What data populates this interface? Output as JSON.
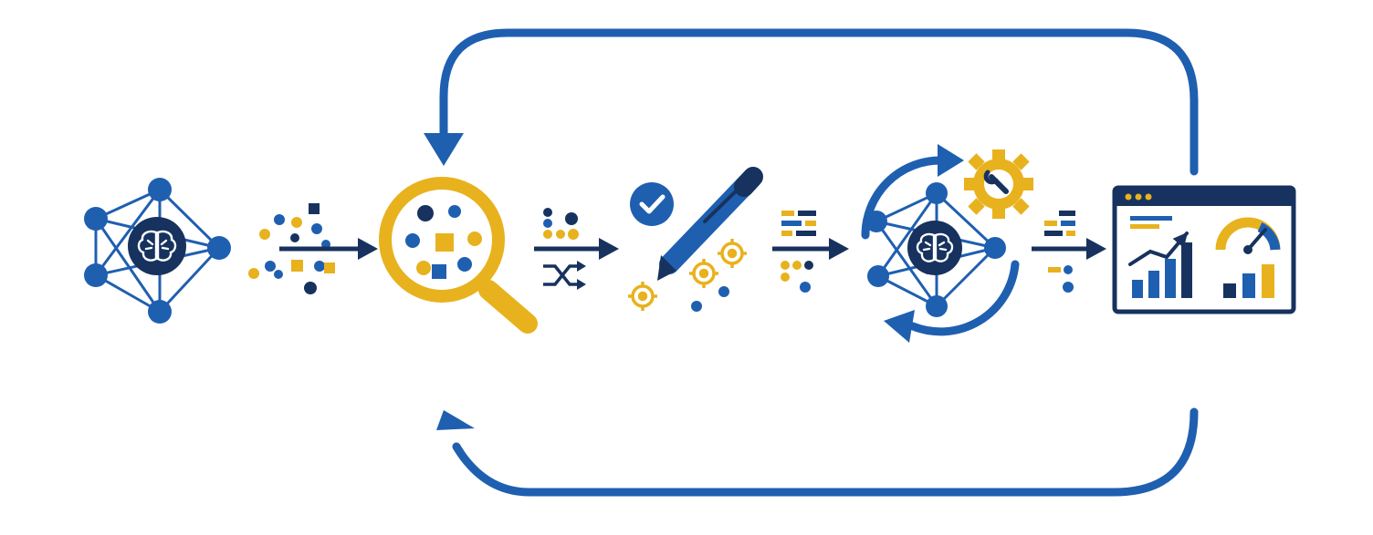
{
  "colors": {
    "blue": "#1f5fb0",
    "navy": "#17325e",
    "gold": "#e8b21e",
    "white": "#ffffff"
  },
  "stages": [
    {
      "id": "stage-1",
      "icon": "neural-network-brain-icon"
    },
    {
      "id": "stage-2",
      "icon": "magnifying-glass-data-icon"
    },
    {
      "id": "stage-3",
      "icon": "pen-annotation-icon"
    },
    {
      "id": "stage-4",
      "icon": "retraining-network-gear-icon"
    },
    {
      "id": "stage-5",
      "icon": "dashboard-chart-gauge-icon"
    }
  ],
  "connectors": [
    {
      "icon": "scattered-data-arrow-icon"
    },
    {
      "icon": "shuffle-data-arrow-icon"
    },
    {
      "icon": "list-data-arrow-icon"
    },
    {
      "icon": "list-data-arrow-icon"
    }
  ],
  "loops": [
    {
      "icon": "feedback-loop-top-arrow-icon"
    },
    {
      "icon": "feedback-loop-bottom-arrow-icon"
    }
  ]
}
